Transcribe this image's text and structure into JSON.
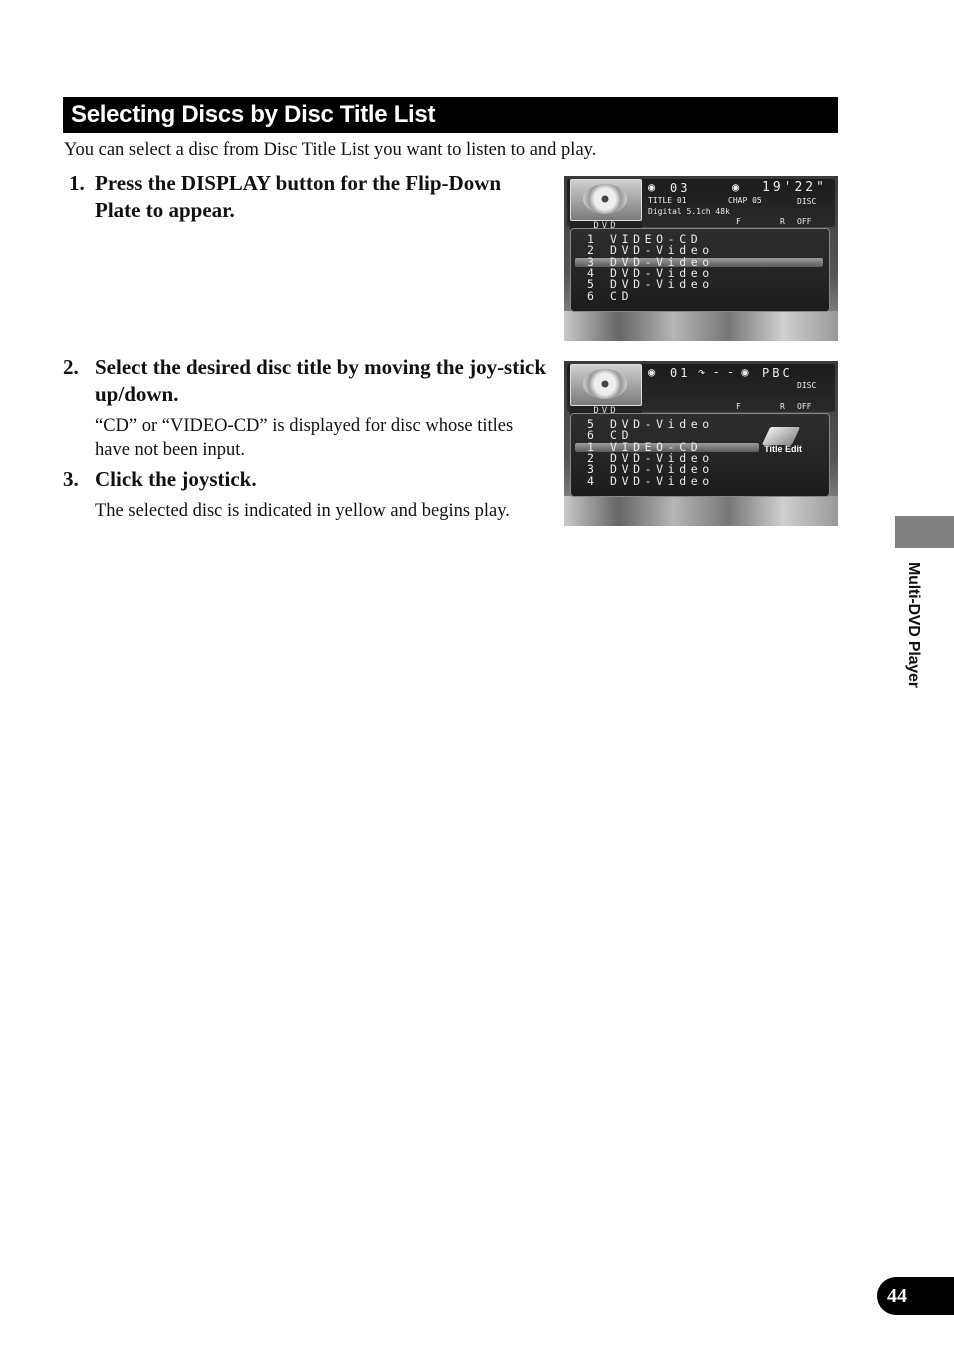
{
  "section_title": "Selecting Discs by Disc Title List",
  "intro": "You can select a disc from Disc Title List you want to listen to and play.",
  "steps": [
    {
      "num": "1.",
      "text": "Press the DISPLAY button for the Flip-Down Plate to appear.",
      "note": ""
    },
    {
      "num": "2.",
      "text": "Select the desired disc title by moving the joy-stick up/down.",
      "note": "“CD” or “VIDEO-CD” is displayed for disc whose titles have not been input."
    },
    {
      "num": "3.",
      "text": "Click the joystick.",
      "note": "The selected disc is indicated in yellow and begins play."
    }
  ],
  "screen1": {
    "disc_label": "DVD",
    "title_no": "03",
    "time": "19'22\"",
    "title_label": "TITLE 01",
    "chap_label": "CHAP 05",
    "disc_tag": "DISC",
    "audio": "Digital 5.1ch 48k",
    "f_tag": "F",
    "r_tag": "R",
    "off_tag": "OFF",
    "rows": [
      "1 VIDEO-CD",
      "2 DVD-Video",
      "3 DVD-Video",
      "4 DVD-Video",
      "5 DVD-Video",
      "6 CD"
    ]
  },
  "screen2": {
    "disc_label": "DVD",
    "track": "01",
    "pbc": "PBC",
    "disc_tag": "DISC",
    "f_tag": "F",
    "r_tag": "R",
    "off_tag": "OFF",
    "edit_label": "Title Edit",
    "rows": [
      "5 DVD-Video",
      "6 CD",
      "1 VIDEO-CD",
      "2 DVD-Video",
      "3 DVD-Video",
      "4 DVD-Video"
    ]
  },
  "side_label": "Multi-DVD Player",
  "page_number": "44"
}
